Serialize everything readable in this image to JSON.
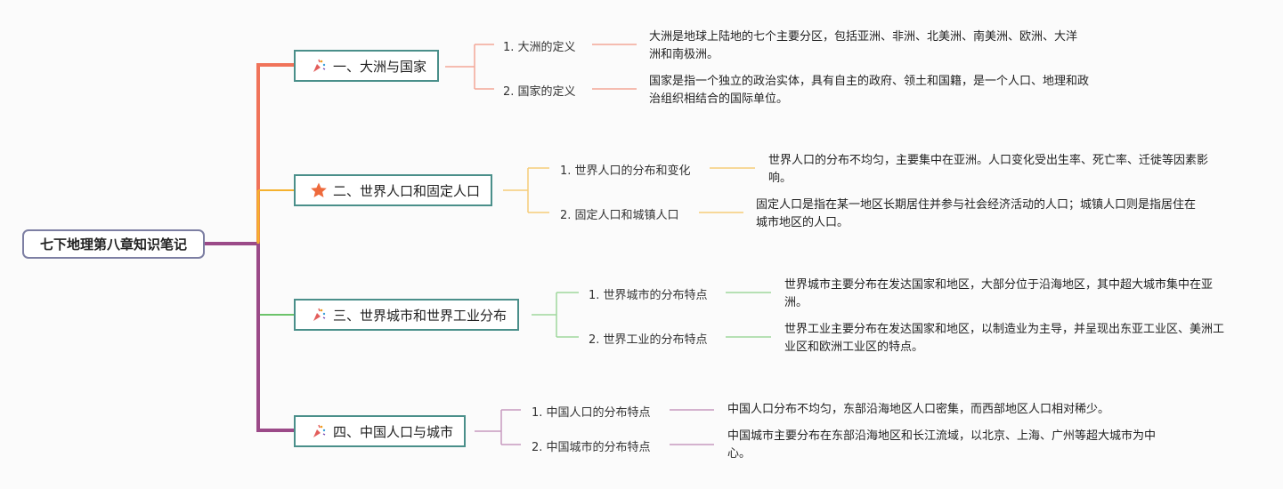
{
  "root": {
    "title": "七下地理第八章知识笔记"
  },
  "sections": [
    {
      "title": "一、大洲与国家",
      "icon": "confetti-icon",
      "color": "#f0735a",
      "items": [
        {
          "label": "1. 大洲的定义",
          "note": "大洲是地球上陆地的七个主要分区，包括亚洲、非洲、北美洲、南美洲、欧洲、大洋洲和南极洲。"
        },
        {
          "label": "2. 国家的定义",
          "note": "国家是指一个独立的政治实体，具有自主的政府、领土和国籍，是一个人口、地理和政治组织相结合的国际单位。"
        }
      ]
    },
    {
      "title": "二、世界人口和固定人口",
      "icon": "star-icon",
      "color": "#f5b12e",
      "items": [
        {
          "label": "1. 世界人口的分布和变化",
          "note": "世界人口的分布不均匀，主要集中在亚洲。人口变化受出生率、死亡率、迁徙等因素影响。"
        },
        {
          "label": "2. 固定人口和城镇人口",
          "note": "固定人口是指在某一地区长期居住并参与社会经济活动的人口；城镇人口则是指居住在城市地区的人口。"
        }
      ]
    },
    {
      "title": "三、世界城市和世界工业分布",
      "icon": "confetti-icon",
      "color": "#6cc36a",
      "items": [
        {
          "label": "1. 世界城市的分布特点",
          "note": "世界城市主要分布在发达国家和地区，大部分位于沿海地区，其中超大城市集中在亚洲。"
        },
        {
          "label": "2. 世界工业的分布特点",
          "note": "世界工业主要分布在发达国家和地区，以制造业为主导，并呈现出东亚工业区、美洲工业区和欧洲工业区的特点。"
        }
      ]
    },
    {
      "title": "四、中国人口与城市",
      "icon": "confetti-icon",
      "color": "#9b4a88",
      "items": [
        {
          "label": "1. 中国人口的分布特点",
          "note": "中国人口分布不均匀，东部沿海地区人口密集，而西部地区人口相对稀少。"
        },
        {
          "label": "2. 中国城市的分布特点",
          "note": "中国城市主要分布在东部沿海地区和长江流域，以北京、上海、广州等超大城市为中心。"
        }
      ]
    }
  ]
}
